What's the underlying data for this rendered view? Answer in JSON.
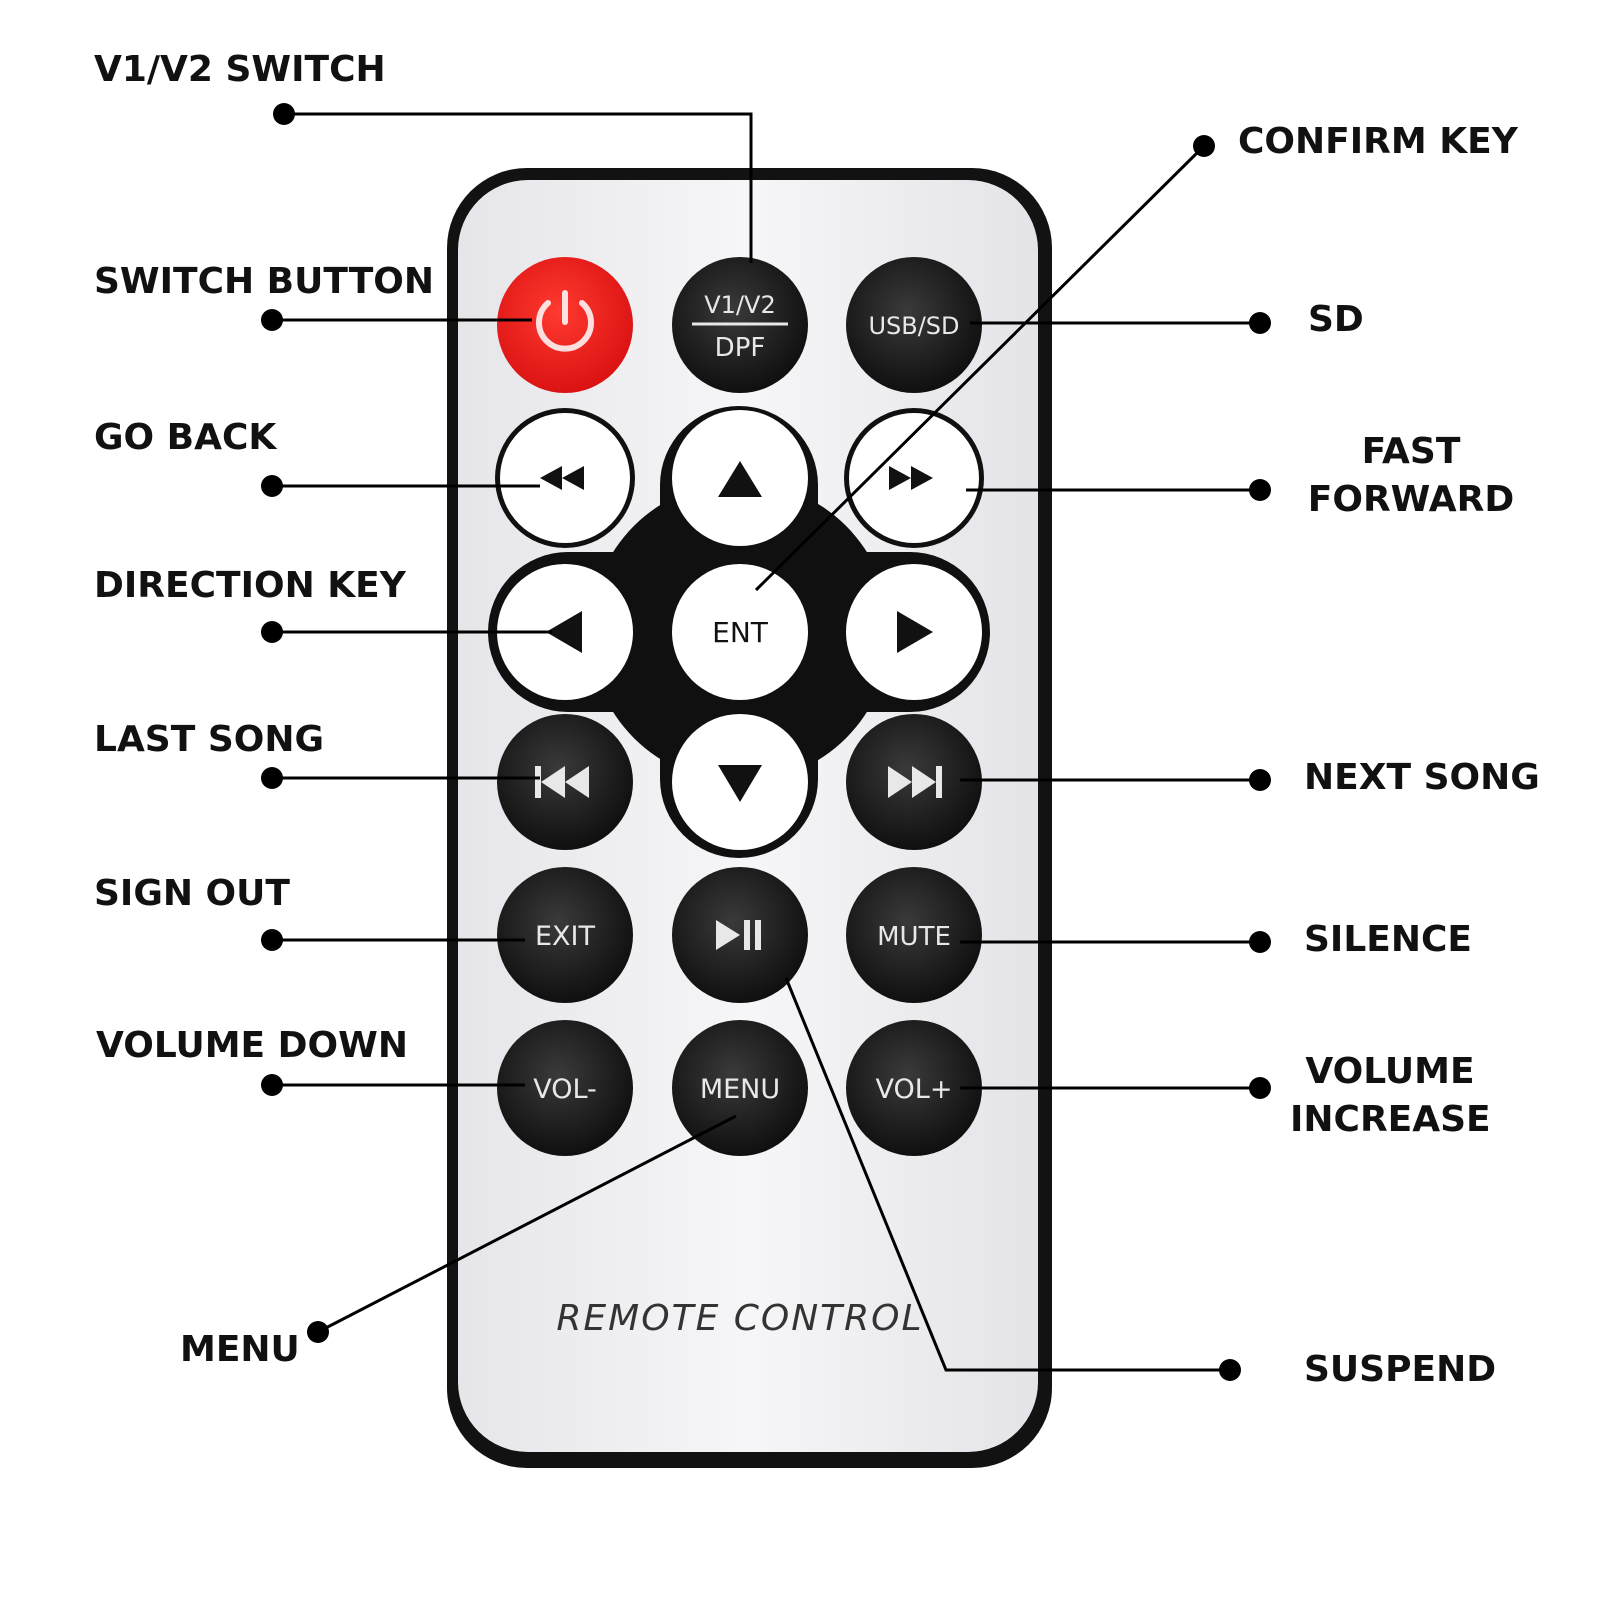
{
  "colors": {
    "remote_body": "#f2f2f5",
    "remote_outline": "#111111",
    "button_black": "#111111",
    "button_white": "#ffffff",
    "power_red": "#e8171a",
    "label_text": "#111111",
    "leader_line": "#000000"
  },
  "remote": {
    "branding": "REMOTE CONTROL",
    "buttons": {
      "power": {
        "icon": "power-icon"
      },
      "v1v2": {
        "top": "V1/V2",
        "bottom": "DPF"
      },
      "usbsd": {
        "label": "USB/SD"
      },
      "rewind": {
        "icon": "rewind-icon"
      },
      "up": {
        "icon": "arrow-up-icon"
      },
      "fastforward": {
        "icon": "fast-forward-icon"
      },
      "left": {
        "icon": "arrow-left-icon"
      },
      "ent": {
        "label": "ENT"
      },
      "right": {
        "icon": "arrow-right-icon"
      },
      "prev": {
        "icon": "skip-previous-icon"
      },
      "down": {
        "icon": "arrow-down-icon"
      },
      "next": {
        "icon": "skip-next-icon"
      },
      "exit": {
        "label": "EXIT"
      },
      "playpause": {
        "icon": "play-pause-icon"
      },
      "mute": {
        "label": "MUTE"
      },
      "voldown": {
        "label": "VOL-"
      },
      "menu": {
        "label": "MENU"
      },
      "volup": {
        "label": "VOL+"
      }
    }
  },
  "callouts": {
    "v1v2_switch": "V1/V2 SWITCH",
    "switch_button": "SWITCH BUTTON",
    "go_back": "GO BACK",
    "direction_key": "DIRECTION KEY",
    "last_song": "LAST SONG",
    "sign_out": "SIGN OUT",
    "volume_down": "VOLUME DOWN",
    "menu": "MENU",
    "confirm_key": "CONFIRM KEY",
    "sd": "SD",
    "fast_forward_line1": "FAST",
    "fast_forward_line2": "FORWARD",
    "next_song": "NEXT SONG",
    "silence": "SILENCE",
    "volume_increase_line1": "VOLUME",
    "volume_increase_line2": "INCREASE",
    "suspend": "SUSPEND"
  }
}
